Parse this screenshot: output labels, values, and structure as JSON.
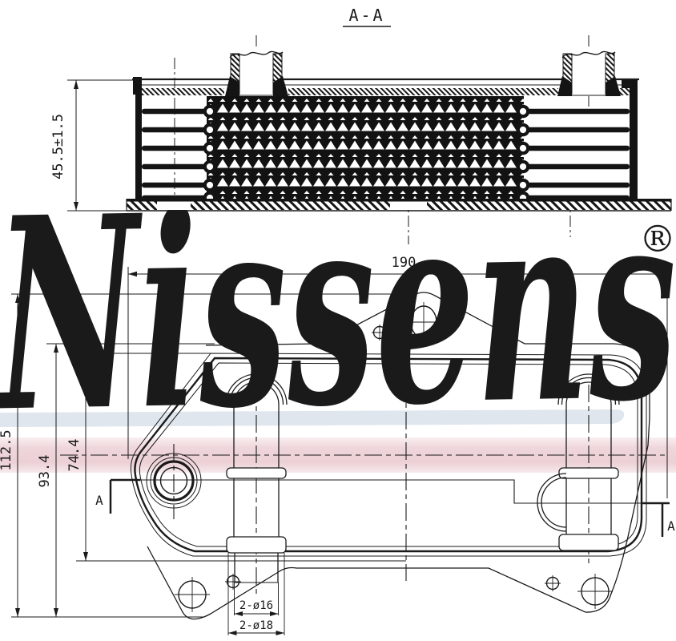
{
  "drawing": {
    "section_view": {
      "title": "A-A",
      "dim_height": "45.5±1.5"
    },
    "front_view": {
      "dim_width": "190",
      "dim_total_height": "112.5",
      "dim_bracket_height": "93.4",
      "dim_body_height": "74.4",
      "dim_pipe": "2-ø16",
      "dim_pipe_collar": "2-ø18",
      "section_marker_left": "A",
      "section_marker_right": "A"
    },
    "watermark": {
      "text": "Nissens",
      "registered": "®"
    },
    "colors": {
      "line": "#1a1a1a",
      "watermark_blue": "#cbd8e9",
      "swoosh_blue": "#dfe6ee",
      "stripe_pink": "#eed3d7"
    }
  }
}
